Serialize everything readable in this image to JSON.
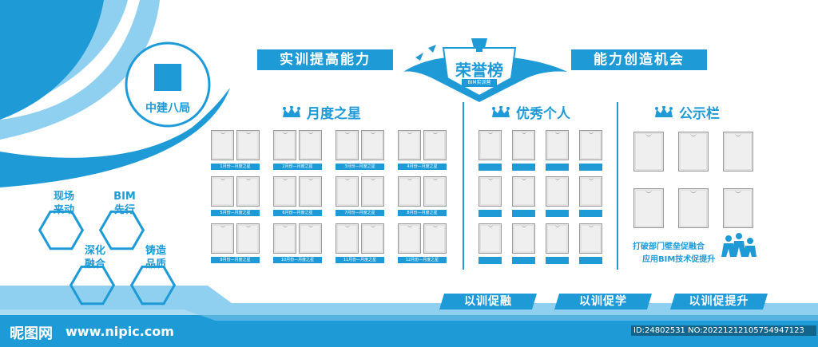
{
  "company": {
    "name": "中建八局"
  },
  "banners": {
    "left": "实训提高能力",
    "right": "能力创造机会"
  },
  "honor": {
    "title": "荣誉榜",
    "subtitle": "BIM实训营"
  },
  "hexagons": [
    {
      "line1": "现场",
      "line2": "来动"
    },
    {
      "line1": "BIM",
      "line2": "先行"
    },
    {
      "line1": "深化",
      "line2": "融合"
    },
    {
      "line1": "铸造",
      "line2": "品质"
    }
  ],
  "sections": {
    "monthly_star": "月度之星",
    "excellent": "优秀个人",
    "notice": "公示栏"
  },
  "month_captions": [
    "1月份—月度之星",
    "2月份—月度之星",
    "3月份—月度之星",
    "4月份—月度之星",
    "5月份—月度之星",
    "6月份—月度之星",
    "7月份—月度之星",
    "8月份—月度之星",
    "9月份—月度之星",
    "10月份—月度之星",
    "11月份—月度之星",
    "12月份—月度之星"
  ],
  "notice_text": {
    "line1": "打破部门壁垒促融合",
    "line2": "应用BIM技术促提升"
  },
  "slogans": [
    "以训促融",
    "以训促学",
    "以训促提升"
  ],
  "watermark": {
    "logo": "昵图网",
    "url": "www.nipic.com",
    "id": "ID:24802531 NO:20221212105754947123"
  },
  "colors": {
    "primary": "#1e9bd7",
    "light": "#8fd0f0",
    "frame": "#efefef"
  }
}
